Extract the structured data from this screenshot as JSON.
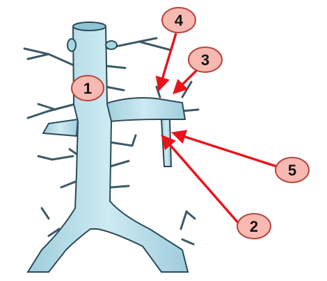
{
  "colors": {
    "vessel_fill": "#bfe3ee",
    "vessel_shade": "#8fc3d4",
    "vessel_outline": "#2b4a57",
    "arrow": "#e8141c",
    "callout_fill": "#f7b9b2",
    "callout_stroke": "#b7443c",
    "background": "#ffffff"
  },
  "callouts": [
    {
      "id": "1",
      "label": "1"
    },
    {
      "id": "2",
      "label": "2"
    },
    {
      "id": "3",
      "label": "3"
    },
    {
      "id": "4",
      "label": "4"
    },
    {
      "id": "5",
      "label": "5"
    }
  ]
}
